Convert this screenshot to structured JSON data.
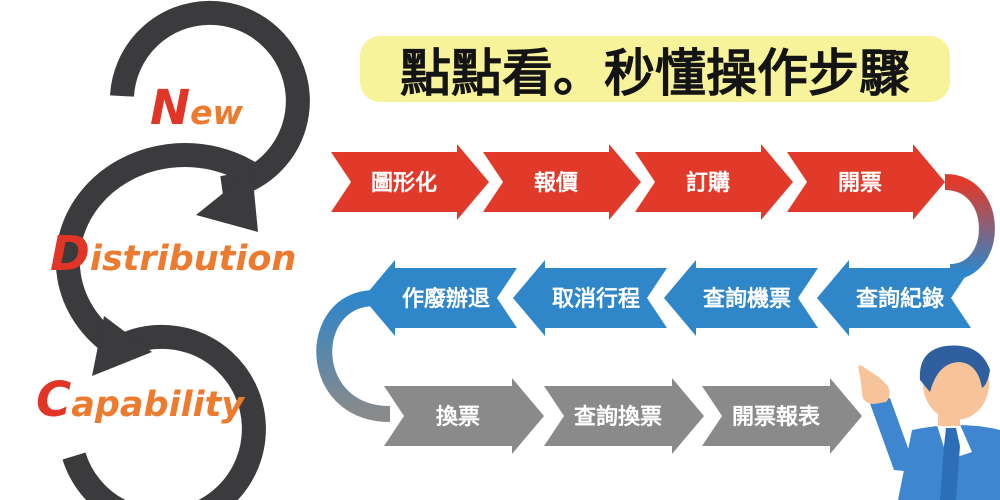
{
  "colors": {
    "loop": "#3b3b3d",
    "ndc_letter_red": "#e03527",
    "ndc_letter_orange": "#ec7a2f",
    "title_text": "#141414",
    "title_highlight": "#f6f39b",
    "row1_arrow": "#e13a2a",
    "row2_arrow": "#2f86c8",
    "row3_arrow": "#8a8a8a",
    "step_text": "#ffffff"
  },
  "logo": {
    "lines": [
      {
        "initial": "N",
        "rest": "ew"
      },
      {
        "initial": "D",
        "rest": "istribution"
      },
      {
        "initial": "C",
        "rest": "apability"
      }
    ]
  },
  "title": "點點看。秒懂操作步驟",
  "rows": [
    {
      "color_key": "row1_arrow",
      "steps": [
        "圖形化",
        "報價",
        "訂購",
        "開票"
      ]
    },
    {
      "color_key": "row2_arrow",
      "steps": [
        "查詢紀錄",
        "查詢機票",
        "取消行程",
        "作廢辦退"
      ]
    },
    {
      "color_key": "row3_arrow",
      "steps": [
        "換票",
        "查詢換票",
        "開票報表"
      ]
    }
  ],
  "illustration": {
    "icon": "businessman-pointing-icon"
  }
}
